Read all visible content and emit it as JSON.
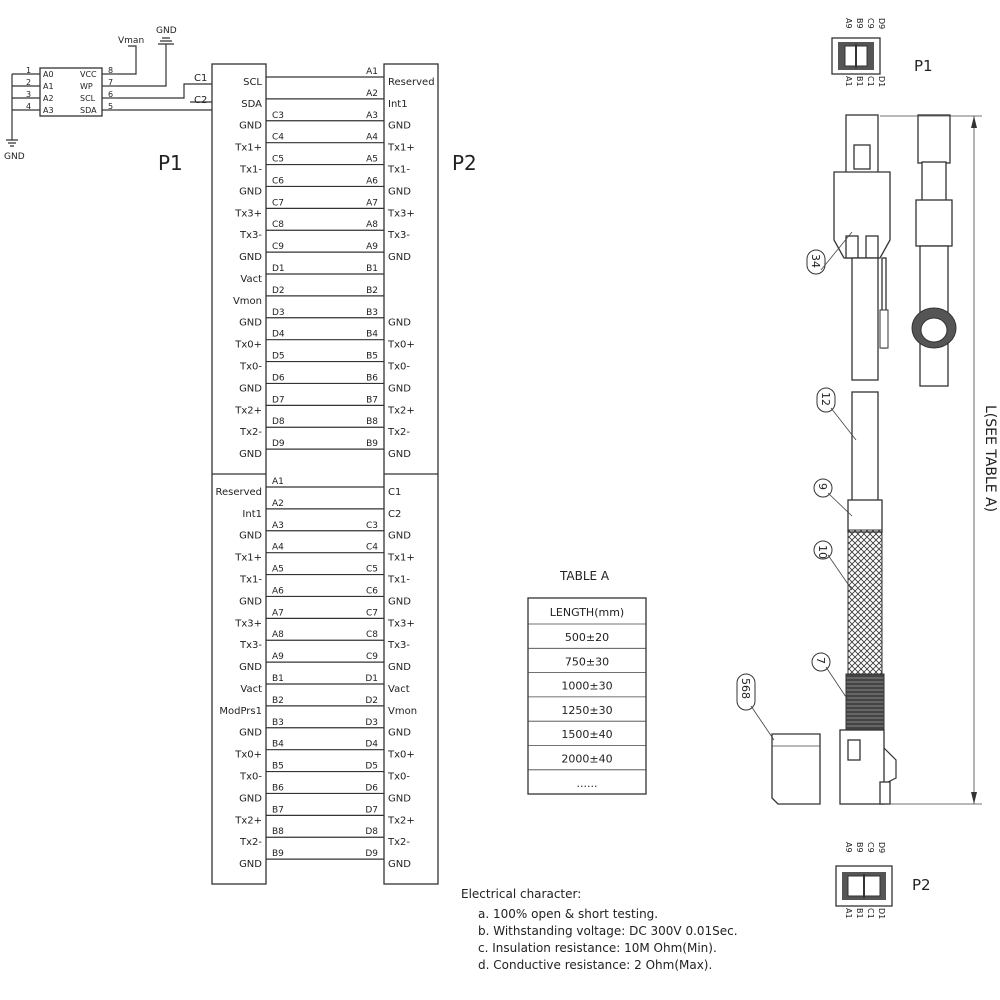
{
  "eeprom": {
    "left_pins": [
      {
        "num": "1",
        "label": "A0"
      },
      {
        "num": "2",
        "label": "A1"
      },
      {
        "num": "3",
        "label": "A2"
      },
      {
        "num": "4",
        "label": "A3"
      }
    ],
    "right_pins": [
      {
        "num": "8",
        "label": "VCC"
      },
      {
        "num": "7",
        "label": "WP"
      },
      {
        "num": "6",
        "label": "SCL"
      },
      {
        "num": "5",
        "label": "SDA"
      }
    ],
    "vman_label": "Vman",
    "gnd_top_label": "GND",
    "gnd_left_label": "GND",
    "c1": "C1",
    "c2": "C2"
  },
  "header": {
    "p1": "P1",
    "p2": "P2"
  },
  "top_section": {
    "rows": [
      {
        "left": "SCL",
        "mid_l": "",
        "mid_r": "A1",
        "right": "Reserved"
      },
      {
        "left": "SDA",
        "mid_l": "",
        "mid_r": "A2",
        "right": "Int1"
      },
      {
        "left": "GND",
        "mid_l": "C3",
        "mid_r": "A3",
        "right": "GND"
      },
      {
        "left": "Tx1+",
        "mid_l": "C4",
        "mid_r": "A4",
        "right": "Tx1+"
      },
      {
        "left": "Tx1-",
        "mid_l": "C5",
        "mid_r": "A5",
        "right": "Tx1-"
      },
      {
        "left": "GND",
        "mid_l": "C6",
        "mid_r": "A6",
        "right": "GND"
      },
      {
        "left": "Tx3+",
        "mid_l": "C7",
        "mid_r": "A7",
        "right": "Tx3+"
      },
      {
        "left": "Tx3-",
        "mid_l": "C8",
        "mid_r": "A8",
        "right": "Tx3-"
      },
      {
        "left": "GND",
        "mid_l": "C9",
        "mid_r": "A9",
        "right": "GND"
      },
      {
        "left": "Vact",
        "mid_l": "D1",
        "mid_r": "B1",
        "right": ""
      },
      {
        "left": "Vmon",
        "mid_l": "D2",
        "mid_r": "B2",
        "right": ""
      },
      {
        "left": "GND",
        "mid_l": "D3",
        "mid_r": "B3",
        "right": "GND"
      },
      {
        "left": "Tx0+",
        "mid_l": "D4",
        "mid_r": "B4",
        "right": "Tx0+"
      },
      {
        "left": "Tx0-",
        "mid_l": "D5",
        "mid_r": "B5",
        "right": "Tx0-"
      },
      {
        "left": "GND",
        "mid_l": "D6",
        "mid_r": "B6",
        "right": "GND"
      },
      {
        "left": "Tx2+",
        "mid_l": "D7",
        "mid_r": "B7",
        "right": "Tx2+"
      },
      {
        "left": "Tx2-",
        "mid_l": "D8",
        "mid_r": "B8",
        "right": "Tx2-"
      },
      {
        "left": "GND",
        "mid_l": "D9",
        "mid_r": "B9",
        "right": "GND"
      }
    ]
  },
  "bottom_section": {
    "rows": [
      {
        "left": "Reserved",
        "mid_l": "A1",
        "mid_r": "",
        "right": "C1"
      },
      {
        "left": "Int1",
        "mid_l": "A2",
        "mid_r": "",
        "right": "C2"
      },
      {
        "left": "GND",
        "mid_l": "A3",
        "mid_r": "C3",
        "right": "GND"
      },
      {
        "left": "Tx1+",
        "mid_l": "A4",
        "mid_r": "C4",
        "right": "Tx1+"
      },
      {
        "left": "Tx1-",
        "mid_l": "A5",
        "mid_r": "C5",
        "right": "Tx1-"
      },
      {
        "left": "GND",
        "mid_l": "A6",
        "mid_r": "C6",
        "right": "GND"
      },
      {
        "left": "Tx3+",
        "mid_l": "A7",
        "mid_r": "C7",
        "right": "Tx3+"
      },
      {
        "left": "Tx3-",
        "mid_l": "A8",
        "mid_r": "C8",
        "right": "Tx3-"
      },
      {
        "left": "GND",
        "mid_l": "A9",
        "mid_r": "C9",
        "right": "GND"
      },
      {
        "left": "Vact",
        "mid_l": "B1",
        "mid_r": "D1",
        "right": "Vact"
      },
      {
        "left": "ModPrs1",
        "mid_l": "B2",
        "mid_r": "D2",
        "right": "Vmon"
      },
      {
        "left": "GND",
        "mid_l": "B3",
        "mid_r": "D3",
        "right": "GND"
      },
      {
        "left": "Tx0+",
        "mid_l": "B4",
        "mid_r": "D4",
        "right": "Tx0+"
      },
      {
        "left": "Tx0-",
        "mid_l": "B5",
        "mid_r": "D5",
        "right": "Tx0-"
      },
      {
        "left": "GND",
        "mid_l": "B6",
        "mid_r": "D6",
        "right": "GND"
      },
      {
        "left": "Tx2+",
        "mid_l": "B7",
        "mid_r": "D7",
        "right": "Tx2+"
      },
      {
        "left": "Tx2-",
        "mid_l": "B8",
        "mid_r": "D8",
        "right": "Tx2-"
      },
      {
        "left": "GND",
        "mid_l": "B9",
        "mid_r": "D9",
        "right": "GND"
      }
    ]
  },
  "table_a": {
    "title": "TABLE A",
    "header": "LENGTH(mm)",
    "rows": [
      "500±20",
      "750±30",
      "1000±30",
      "1250±30",
      "1500±40",
      "2000±40",
      "......"
    ]
  },
  "notes": {
    "title": "Electrical character:",
    "items": [
      "a. 100% open & short testing.",
      "b. Withstanding voltage: DC 300V 0.01Sec.",
      "c. Insulation resistance: 10M Ohm(Min).",
      "d. Conductive resistance: 2 Ohm(Max)."
    ]
  },
  "cable": {
    "p1_label": "P1",
    "p2_label": "P2",
    "length_label": "L(SEE TABLE A)",
    "callouts": [
      "34",
      "12",
      "9",
      "10",
      "7",
      "568"
    ],
    "p1_pins_top": [
      "A9",
      "B9",
      "C9",
      "D9"
    ],
    "p1_pins_bottom": [
      "A1",
      "B1",
      "C1",
      "D1"
    ],
    "p2_pins_top": [
      "A9",
      "B9",
      "C9",
      "D9"
    ],
    "p2_pins_bottom": [
      "A1",
      "B1",
      "C1",
      "D1"
    ]
  }
}
